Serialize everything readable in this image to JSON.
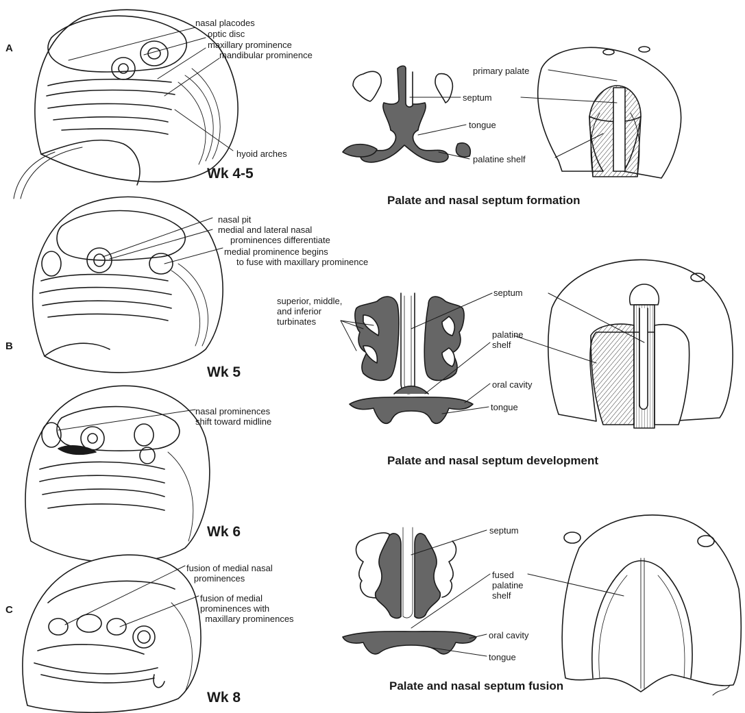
{
  "panel_letters": [
    "A",
    "B",
    "C"
  ],
  "stages": {
    "wk45": "Wk 4-5",
    "wk5": "Wk 5",
    "wk6": "Wk 6",
    "wk8": "Wk 8"
  },
  "captions": {
    "formation": "Palate and nasal septum formation",
    "development": "Palate and nasal septum development",
    "fusion": "Palate and nasal septum fusion"
  },
  "labels_wk45": {
    "nasal_placodes": "nasal placodes",
    "optic_disc": "optic disc",
    "maxillary_prominence": "maxillary prominence",
    "mandibular_prominence": "mandibular prominence",
    "hyoid_arches": "hyoid arches"
  },
  "labels_wk5": {
    "nasal_pit": "nasal pit",
    "medial_lateral": "medial and lateral nasal\n     prominences differentiate",
    "medial_fuse": "medial prominence begins\n     to fuse with maxillary prominence"
  },
  "labels_wk6": {
    "shift": "nasal prominences\nshift toward midline"
  },
  "labels_wk8": {
    "fusion_medial": "fusion of medial nasal\n   prominences",
    "fusion_maxillary": "fusion of medial\nprominences with\n  maxillary prominences"
  },
  "labels_formation": {
    "primary_palate": "primary palate",
    "septum": "septum",
    "tongue": "tongue",
    "palatine_shelf": "palatine shelf"
  },
  "labels_development": {
    "turbinates": "superior, middle,\nand inferior\nturbinates",
    "septum": "septum",
    "palatine_shelf": "palatine\nshelf",
    "oral_cavity": "oral cavity",
    "tongue": "tongue"
  },
  "labels_fusion": {
    "septum": "septum",
    "fused_shelf": "fused\npalatine\nshelf",
    "oral_cavity": "oral cavity",
    "tongue": "tongue"
  },
  "colors": {
    "ink": "#1a1a1a",
    "tissue": "#666666",
    "paper": "#ffffff"
  }
}
